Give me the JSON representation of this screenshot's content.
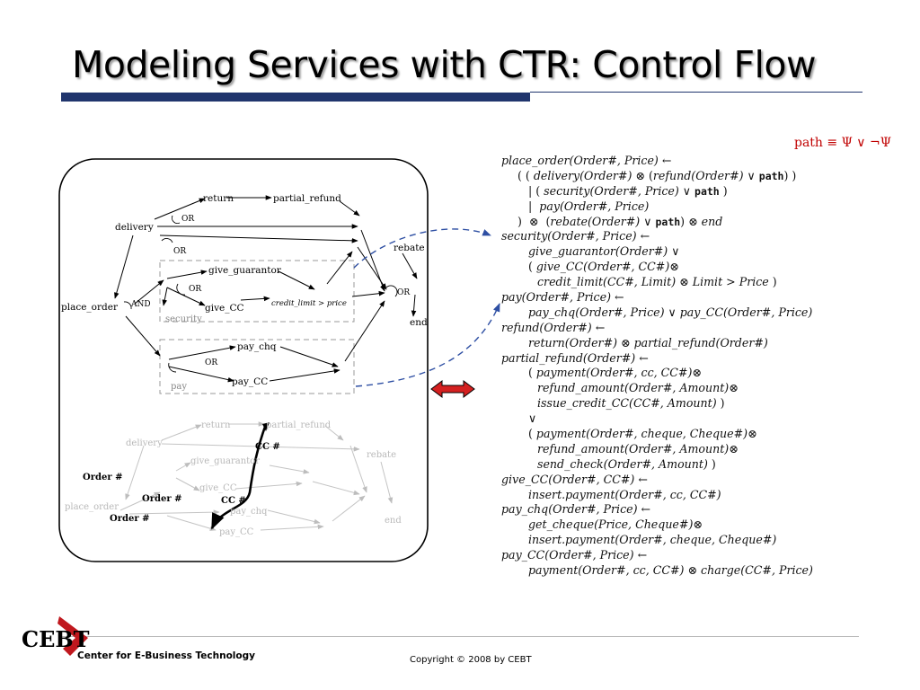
{
  "slide": {
    "title": "Modeling Services with CTR: Control Flow"
  },
  "path_definition": "path ≡ Ψ ∨ ¬Ψ",
  "diagram_top": {
    "nodes": [
      "return",
      "partial_refund",
      "delivery",
      "OR",
      "OR",
      "give_guarantor",
      "OR",
      "rebate",
      "place_order",
      "AND",
      "give_CC",
      "credit_limit > price",
      "OR",
      "security",
      "end",
      "pay_chq",
      "OR",
      "pay",
      "pay_CC"
    ]
  },
  "diagram_bottom": {
    "nodes": [
      "return",
      "partial_refund",
      "delivery",
      "CC #",
      "rebate",
      "give_guarantor",
      "Order #",
      "give_CC",
      "Order #",
      "CC #",
      "place_order",
      "pay_chq",
      "Order #",
      "end",
      "pay_CC"
    ]
  },
  "footer": {
    "logo_text": "CEBT",
    "org": "Center for E-Business Technology",
    "copyright": "Copyright © 2008 by CEBT"
  },
  "colors": {
    "title_bar": "#20356d",
    "accent_red": "#c00000",
    "dashed_arrow": "#2e4fa3"
  }
}
